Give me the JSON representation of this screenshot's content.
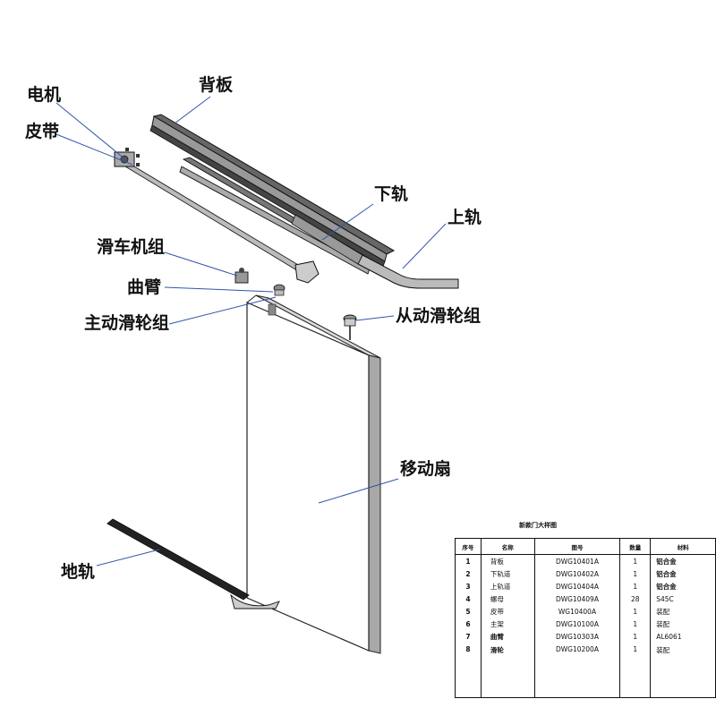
{
  "callouts": {
    "motor": "电机",
    "belt": "皮带",
    "back_plate": "背板",
    "lower_rail": "下轨",
    "upper_rail": "上轨",
    "carriage_group": "滑车机组",
    "curved_arm": "曲臂",
    "drive_pulley": "主动滑轮组",
    "driven_pulley": "从动滑轮组",
    "moving_leaf": "移动扇",
    "floor_rail": "地轨"
  },
  "bom": {
    "title": "新款门大样图",
    "headers": {
      "no": "序号",
      "name": "名称",
      "code": "图号",
      "qty": "数量",
      "material": "材料"
    },
    "rows": [
      {
        "no": "1",
        "name": "背板",
        "code": "DWG10401A",
        "qty": "1",
        "material": "铝合金"
      },
      {
        "no": "2",
        "name": "下轨道",
        "code": "DWG10402A",
        "qty": "1",
        "material": "铝合金"
      },
      {
        "no": "3",
        "name": "上轨道",
        "code": "DWG10404A",
        "qty": "1",
        "material": "铝合金"
      },
      {
        "no": "4",
        "name": "螺母",
        "code": "DWG10409A",
        "qty": "28",
        "material": "S45C"
      },
      {
        "no": "5",
        "name": "皮带",
        "code": "WG10400A",
        "qty": "1",
        "material": "装配"
      },
      {
        "no": "6",
        "name": "主架",
        "code": "DWG10100A",
        "qty": "1",
        "material": "装配"
      },
      {
        "no": "7",
        "name": "曲臂",
        "code": "DWG10303A",
        "qty": "1",
        "material": "AL6061"
      },
      {
        "no": "8",
        "name": "滑轮",
        "code": "DWG10200A",
        "qty": "1",
        "material": "装配"
      }
    ]
  }
}
